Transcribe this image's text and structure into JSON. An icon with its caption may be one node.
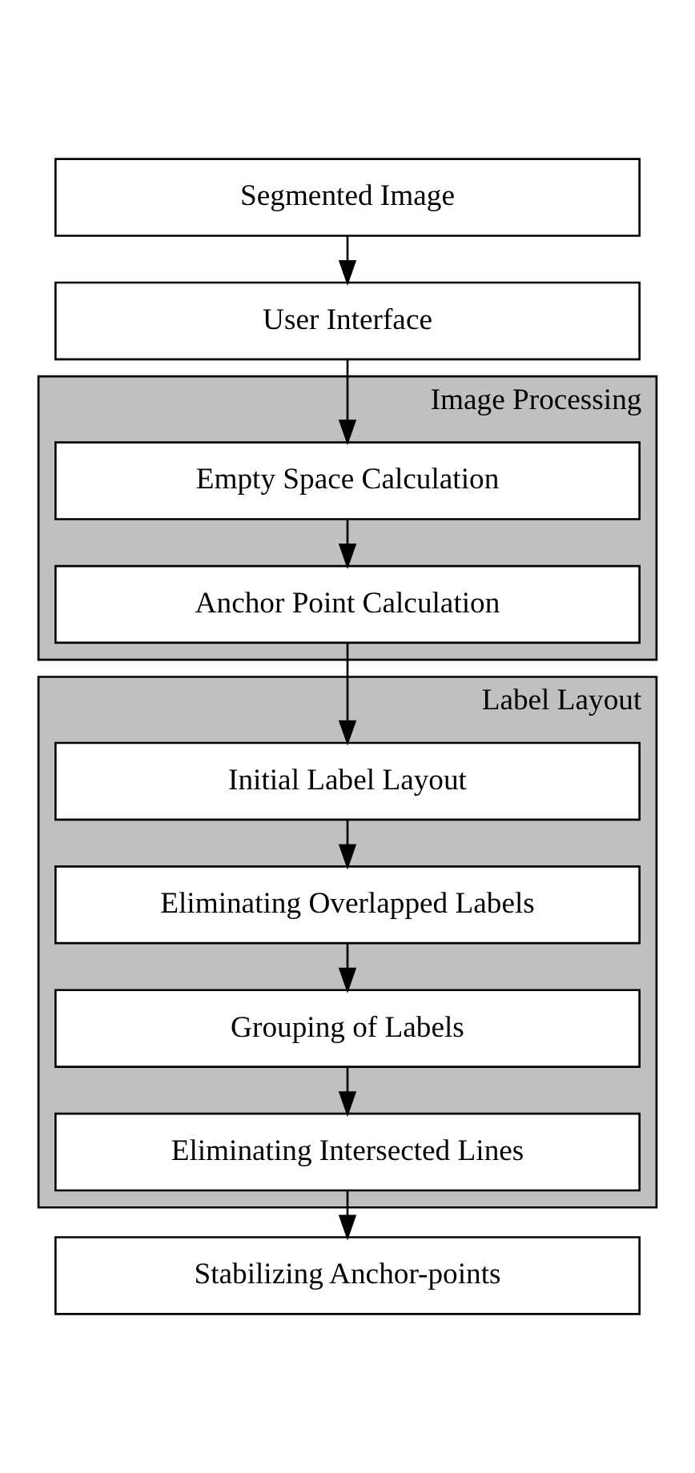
{
  "diagram": {
    "nodes": [
      {
        "text": [
          "Segmented Image"
        ]
      },
      {
        "text": [
          "User Interface"
        ]
      },
      {
        "text": [
          "Image Processing"
        ]
      },
      {
        "text": [
          "Empty Space Calculation"
        ],
        "in": 2
      },
      {
        "text": [
          "Anchor Point Calculation"
        ],
        "in": 2
      },
      {
        "text": [
          "Label Layout"
        ]
      },
      {
        "text": [
          "Initial Label Layout"
        ],
        "in": 5
      },
      {
        "text": [
          "Eliminating Overlapped Labels"
        ],
        "in": 5
      },
      {
        "text": [
          "Grouping of Labels"
        ],
        "in": 5
      },
      {
        "text": [
          "Eliminating Intersected Lines"
        ],
        "in": 5
      },
      {
        "text": [
          "Stabilizing Anchor-points"
        ]
      }
    ],
    "edges": [
      {
        "from": 0,
        "to": 1,
        "arrow": "to"
      },
      {
        "from": 1,
        "to": 3,
        "arrow": "to"
      },
      {
        "from": 3,
        "to": 4,
        "arrow": "to"
      },
      {
        "from": 4,
        "to": 6,
        "arrow": "to"
      },
      {
        "from": 6,
        "to": 7,
        "arrow": "to"
      },
      {
        "from": 7,
        "to": 8,
        "arrow": "to"
      },
      {
        "from": 8,
        "to": 9,
        "arrow": "to"
      },
      {
        "from": 9,
        "to": 10,
        "arrow": "to"
      }
    ]
  }
}
